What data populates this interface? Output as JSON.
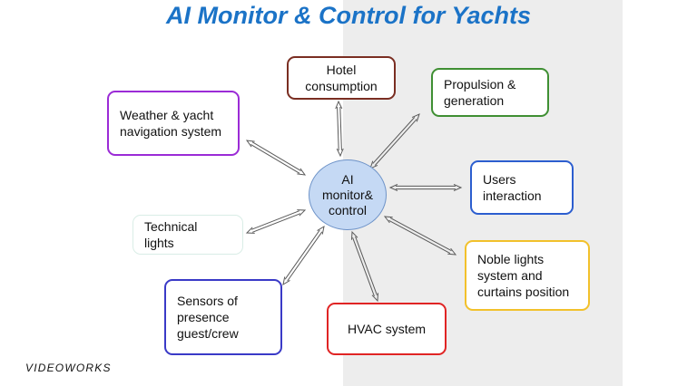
{
  "title": "AI Monitor & Control for Yachts",
  "center": {
    "label": "AI\nmonitor&\ncontrol"
  },
  "nodes": {
    "hotel": {
      "label": "Hotel\nconsumption",
      "color": "#7a2e22"
    },
    "propulsion": {
      "label": "Propulsion &\ngeneration",
      "color": "#3f8f33"
    },
    "weather": {
      "label": "Weather & yacht\nnavigation system",
      "color": "#9b2bd6"
    },
    "users": {
      "label": "Users\ninteraction",
      "color": "#2c5ecf"
    },
    "technical": {
      "label": "Technical\nlights",
      "color": "#d9ede6"
    },
    "noble": {
      "label": "Noble lights\nsystem and\ncurtains position",
      "color": "#f2c12b"
    },
    "sensors": {
      "label": "Sensors of\npresence\nguest/crew",
      "color": "#3a3ac7"
    },
    "hvac": {
      "label": "HVAC system",
      "color": "#e02424"
    }
  },
  "footer": {
    "logo": "VIDEOWORKS"
  }
}
